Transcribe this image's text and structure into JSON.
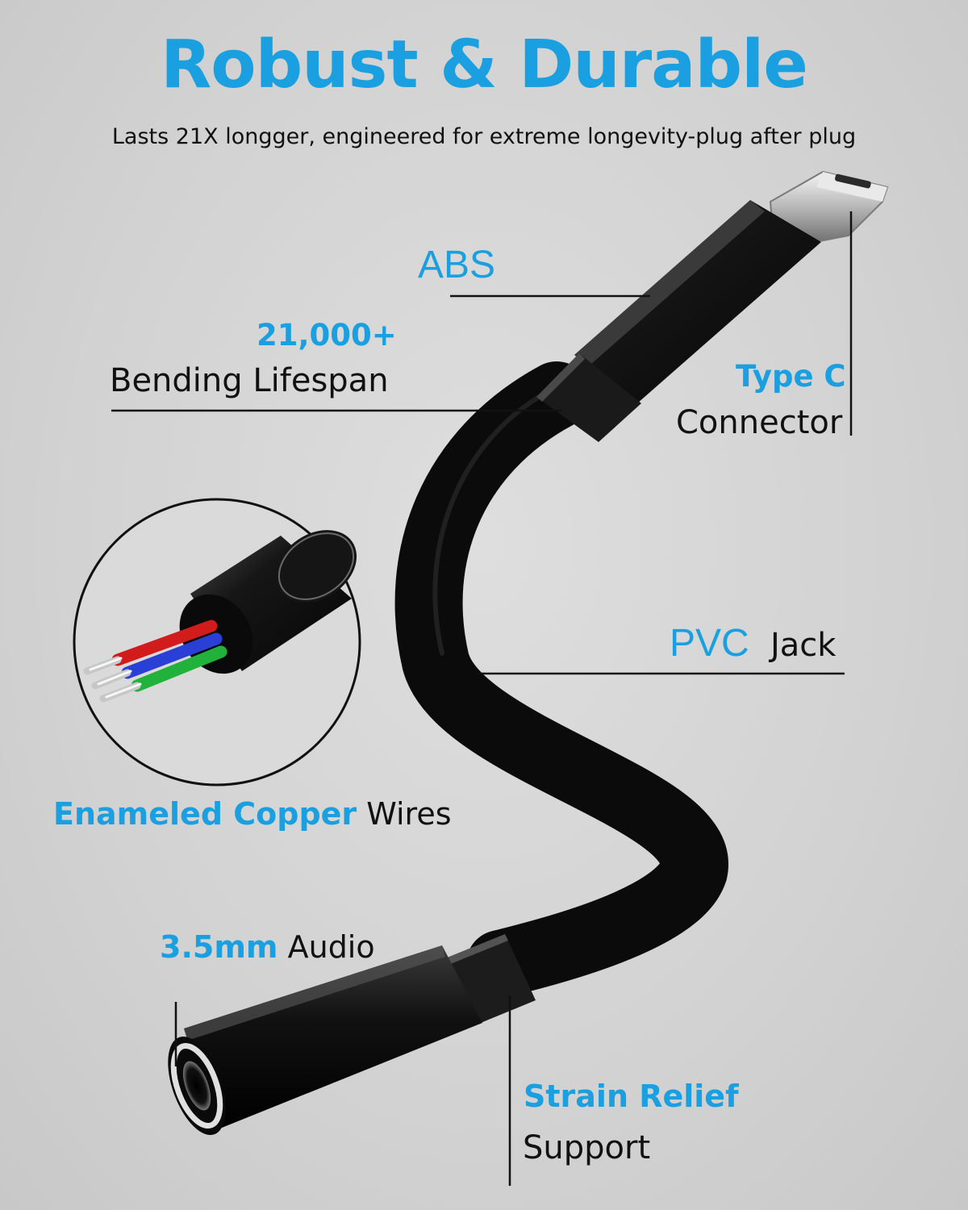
{
  "colors": {
    "accent": "#1a9fe0",
    "text": "#111111",
    "background": "#d6d6d6",
    "cable": "#0d0d0d"
  },
  "header": {
    "title": "Robust & Durable",
    "subtitle": "Lasts 21X longger, engineered for extreme longevity-plug after plug"
  },
  "callouts": {
    "abs": {
      "label": "ABS"
    },
    "bending": {
      "value": "21,000+",
      "label": "Bending Lifespan"
    },
    "type_c": {
      "highlight": "Type C",
      "label": "Connector"
    },
    "pvc": {
      "highlight": "PVC",
      "label": "Jack"
    },
    "copper": {
      "highlight": "Enameled Copper",
      "label": "Wires"
    },
    "audio": {
      "highlight": "3.5mm",
      "label": "Audio"
    },
    "strain": {
      "highlight": "Strain Relief",
      "label": "Support"
    }
  },
  "inset": {
    "wire_colors": [
      "#d21b1b",
      "#2a3fd6",
      "#20b23a"
    ]
  }
}
